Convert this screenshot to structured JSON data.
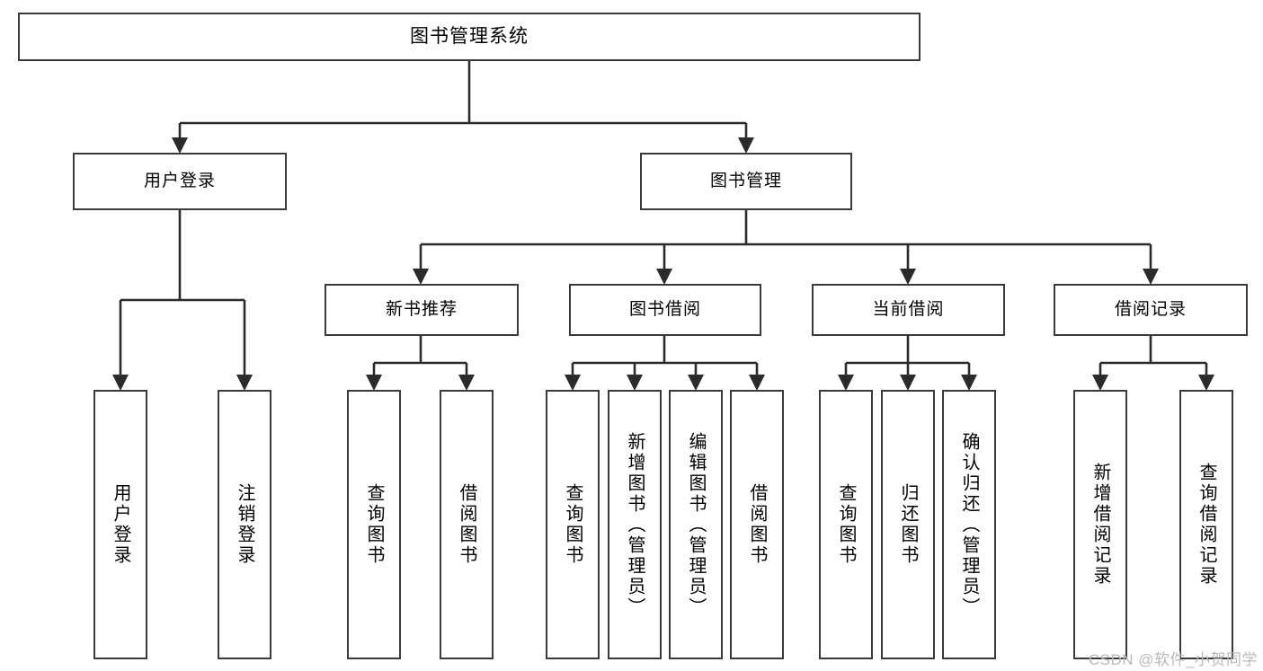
{
  "diagram": {
    "title": "图书管理系统",
    "type": "function-structure-tree",
    "root": {
      "id": "root",
      "label": "图书管理系统"
    },
    "level1": [
      {
        "id": "user-login",
        "label": "用户登录"
      },
      {
        "id": "book-manage",
        "label": "图书管理"
      }
    ],
    "level2": [
      {
        "id": "new-book-recommend",
        "label": "新书推荐",
        "parent": "book-manage"
      },
      {
        "id": "book-borrow",
        "label": "图书借阅",
        "parent": "book-manage"
      },
      {
        "id": "current-borrow",
        "label": "当前借阅",
        "parent": "book-manage"
      },
      {
        "id": "borrow-record",
        "label": "借阅记录",
        "parent": "book-manage"
      }
    ],
    "leaves": [
      {
        "id": "leaf-user-login",
        "label": "用户登录",
        "parent": "user-login"
      },
      {
        "id": "leaf-user-logout",
        "label": "注销登录",
        "parent": "user-login"
      },
      {
        "id": "leaf-query-book-1",
        "label": "查询图书",
        "parent": "new-book-recommend"
      },
      {
        "id": "leaf-borrow-book-1",
        "label": "借阅图书",
        "parent": "new-book-recommend"
      },
      {
        "id": "leaf-query-book-2",
        "label": "查询图书",
        "parent": "book-borrow"
      },
      {
        "id": "leaf-add-book",
        "label": "新增图书（管理员）",
        "parent": "book-borrow"
      },
      {
        "id": "leaf-edit-book",
        "label": "编辑图书（管理员）",
        "parent": "book-borrow"
      },
      {
        "id": "leaf-borrow-book-2",
        "label": "借阅图书",
        "parent": "book-borrow"
      },
      {
        "id": "leaf-query-book-3",
        "label": "查询图书",
        "parent": "current-borrow"
      },
      {
        "id": "leaf-return-book",
        "label": "归还图书",
        "parent": "current-borrow"
      },
      {
        "id": "leaf-confirm-return",
        "label": "确认归还（管理员）",
        "parent": "current-borrow"
      },
      {
        "id": "leaf-add-record",
        "label": "新增借阅记录",
        "parent": "borrow-record"
      },
      {
        "id": "leaf-query-record",
        "label": "查询借阅记录",
        "parent": "borrow-record"
      }
    ]
  },
  "watermark": {
    "text": "CSDN @软件_小贺同学"
  },
  "colors": {
    "border": "#3a3a3a",
    "connector": "#2b2b2b",
    "background": "#ffffff",
    "text": "#000000",
    "watermark": "#b9b9b9"
  }
}
